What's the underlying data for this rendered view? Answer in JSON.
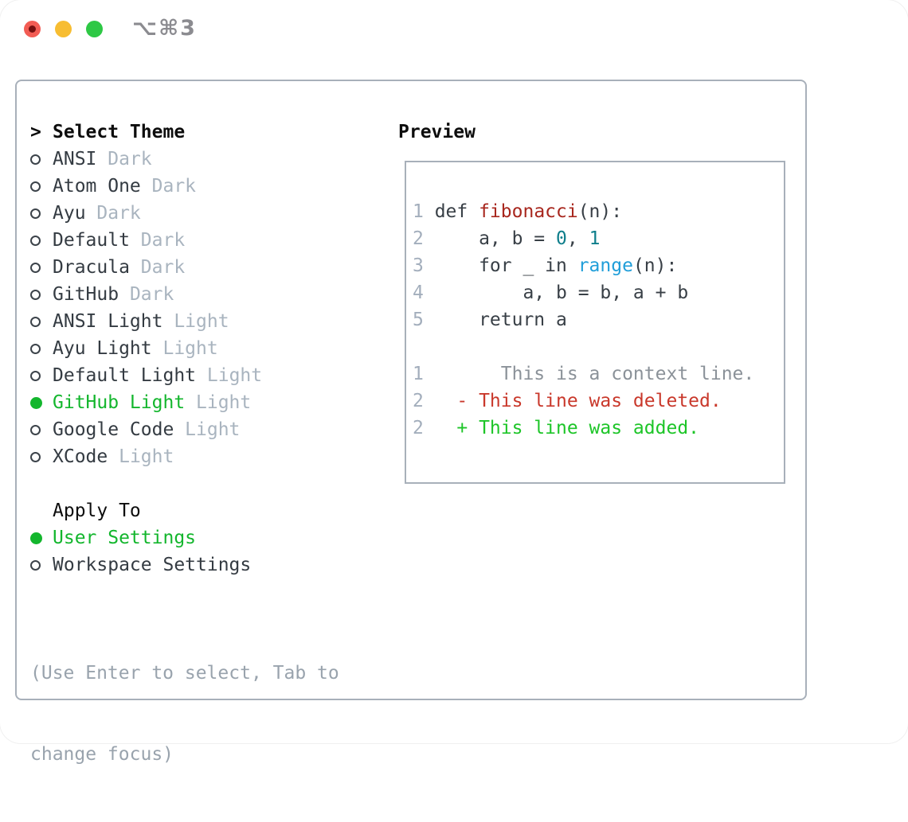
{
  "window": {
    "title": "⌥⌘3",
    "traffic_lights": [
      "close",
      "minimize",
      "zoom"
    ]
  },
  "theme_picker": {
    "prompt": ">",
    "title": "Select Theme",
    "items": [
      {
        "label": "ANSI",
        "variant": "Dark",
        "selected": false
      },
      {
        "label": "Atom One",
        "variant": "Dark",
        "selected": false
      },
      {
        "label": "Ayu",
        "variant": "Dark",
        "selected": false
      },
      {
        "label": "Default",
        "variant": "Dark",
        "selected": false
      },
      {
        "label": "Dracula",
        "variant": "Dark",
        "selected": false
      },
      {
        "label": "GitHub",
        "variant": "Dark",
        "selected": false
      },
      {
        "label": "ANSI Light",
        "variant": "Light",
        "selected": false
      },
      {
        "label": "Ayu Light",
        "variant": "Light",
        "selected": false
      },
      {
        "label": "Default Light",
        "variant": "Light",
        "selected": false
      },
      {
        "label": "GitHub Light",
        "variant": "Light",
        "selected": true
      },
      {
        "label": "Google Code",
        "variant": "Light",
        "selected": false
      },
      {
        "label": "XCode",
        "variant": "Light",
        "selected": false
      }
    ],
    "apply_to": {
      "title": "Apply To",
      "options": [
        {
          "label": "User Settings",
          "selected": true
        },
        {
          "label": "Workspace Settings",
          "selected": false
        }
      ]
    },
    "hint_lines": [
      "(Use Enter to select, Tab to",
      "change focus)"
    ]
  },
  "preview": {
    "title": "Preview",
    "code_lines": [
      {
        "num": "1",
        "tokens": [
          [
            "def ",
            "code"
          ],
          [
            "fibonacci",
            "function"
          ],
          [
            "(n):",
            "code"
          ]
        ]
      },
      {
        "num": "2",
        "tokens": [
          [
            "    a, b = ",
            "code"
          ],
          [
            "0",
            "number"
          ],
          [
            ", ",
            "code"
          ],
          [
            "1",
            "number"
          ]
        ]
      },
      {
        "num": "3",
        "tokens": [
          [
            "    for _ in ",
            "code"
          ],
          [
            "range",
            "builtin"
          ],
          [
            "(n):",
            "code"
          ]
        ]
      },
      {
        "num": "4",
        "tokens": [
          [
            "        a, b = b, a + b",
            "code"
          ]
        ]
      },
      {
        "num": "5",
        "tokens": [
          [
            "    return a",
            "code"
          ]
        ]
      },
      {
        "num": "",
        "tokens": []
      },
      {
        "num": "1",
        "tokens": [
          [
            "      This is a context line.",
            "context"
          ]
        ]
      },
      {
        "num": "2",
        "tokens": [
          [
            "  - This line was deleted.",
            "deleted"
          ]
        ]
      },
      {
        "num": "2",
        "tokens": [
          [
            "  + This line was added.",
            "added"
          ]
        ]
      }
    ]
  },
  "colors": {
    "selected_green": "#13b62d",
    "added_green": "#1dc528",
    "deleted_red": "#c9382b",
    "context_gray": "#8b9299",
    "function_red": "#a8271e",
    "number_teal": "#0e7e8b",
    "builtin_blue": "#209ed9",
    "code_text": "#383f46",
    "line_number": "#a3aebc",
    "item_text": "#343b42",
    "variant_text": "#a9b4bf",
    "hint_text": "#99a3ad",
    "header_text": "#0d0d0d",
    "radio_border": "#3c434a",
    "panel_border": "#a8b0ba",
    "title_text": "#8b8b90",
    "light_red": "#f25c54",
    "light_red_dot": "#750f0f",
    "light_yellow": "#f7bd32",
    "light_green": "#2ec845"
  }
}
